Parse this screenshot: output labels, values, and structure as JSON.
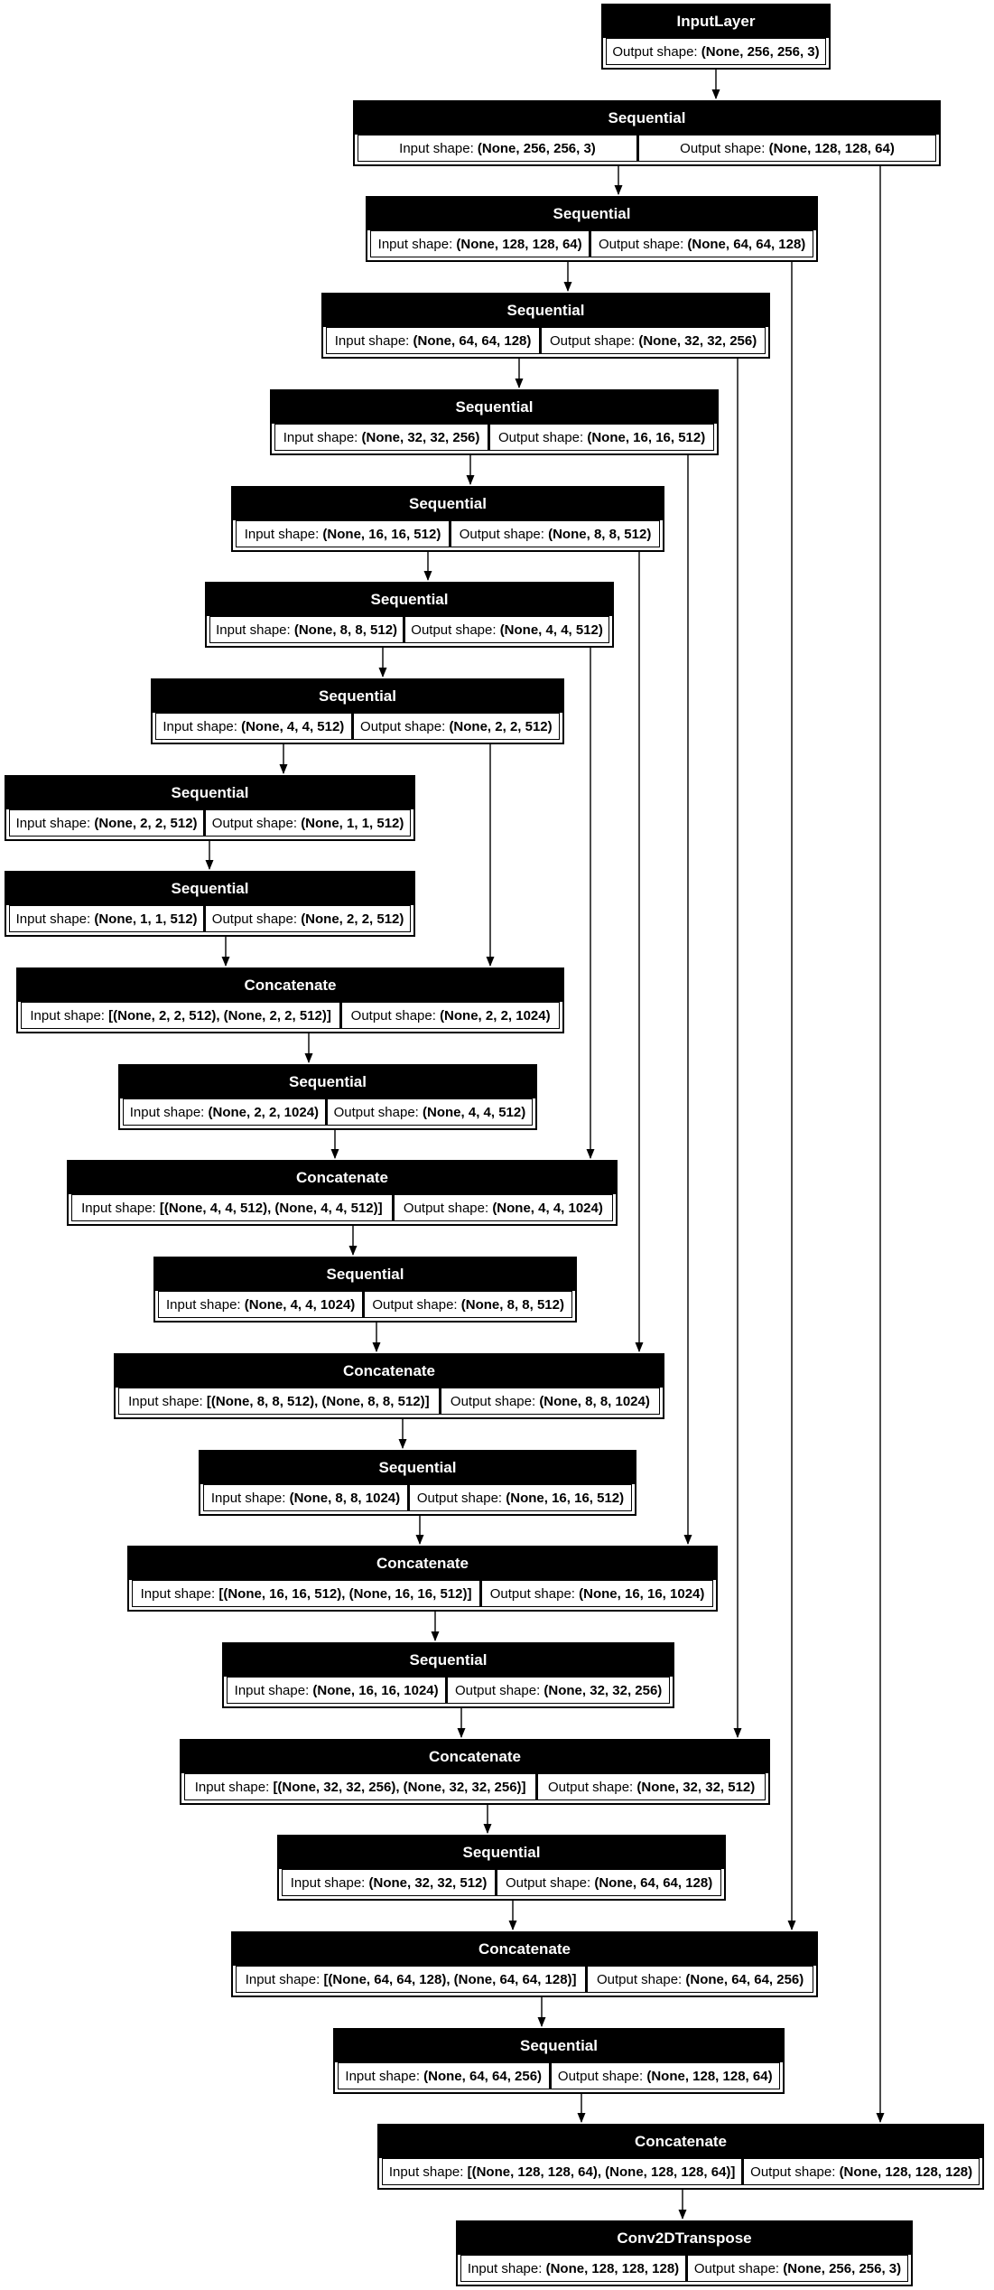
{
  "diagram": {
    "type": "keras-model-architecture-unet",
    "background": "#ffffff",
    "node_header_bg": "#000000",
    "node_header_fg": "#ffffff",
    "cell_bg": "#ffffff",
    "cell_fg": "#000000",
    "edge_color": "#000000",
    "input_label": "Input shape: ",
    "output_label": "Output shape: ",
    "nodes": [
      {
        "title": "InputLayer",
        "input": null,
        "output": "(None, 256, 256, 3)"
      },
      {
        "title": "Sequential",
        "input": "(None, 256, 256, 3)",
        "output": "(None, 128, 128, 64)"
      },
      {
        "title": "Sequential",
        "input": "(None, 128, 128, 64)",
        "output": "(None, 64, 64, 128)"
      },
      {
        "title": "Sequential",
        "input": "(None, 64, 64, 128)",
        "output": "(None, 32, 32, 256)"
      },
      {
        "title": "Sequential",
        "input": "(None, 32, 32, 256)",
        "output": "(None, 16, 16, 512)"
      },
      {
        "title": "Sequential",
        "input": "(None, 16, 16, 512)",
        "output": "(None, 8, 8, 512)"
      },
      {
        "title": "Sequential",
        "input": "(None, 8, 8, 512)",
        "output": "(None, 4, 4, 512)"
      },
      {
        "title": "Sequential",
        "input": "(None, 4, 4, 512)",
        "output": "(None, 2, 2, 512)"
      },
      {
        "title": "Sequential",
        "input": "(None, 2, 2, 512)",
        "output": "(None, 1, 1, 512)"
      },
      {
        "title": "Sequential",
        "input": "(None, 1, 1, 512)",
        "output": "(None, 2, 2, 512)"
      },
      {
        "title": "Concatenate",
        "input": "[(None, 2, 2, 512), (None, 2, 2, 512)]",
        "output": "(None, 2, 2, 1024)"
      },
      {
        "title": "Sequential",
        "input": "(None, 2, 2, 1024)",
        "output": "(None, 4, 4, 512)"
      },
      {
        "title": "Concatenate",
        "input": "[(None, 4, 4, 512), (None, 4, 4, 512)]",
        "output": "(None, 4, 4, 1024)"
      },
      {
        "title": "Sequential",
        "input": "(None, 4, 4, 1024)",
        "output": "(None, 8, 8, 512)"
      },
      {
        "title": "Concatenate",
        "input": "[(None, 8, 8, 512), (None, 8, 8, 512)]",
        "output": "(None, 8, 8, 1024)"
      },
      {
        "title": "Sequential",
        "input": "(None, 8, 8, 1024)",
        "output": "(None, 16, 16, 512)"
      },
      {
        "title": "Concatenate",
        "input": "[(None, 16, 16, 512), (None, 16, 16, 512)]",
        "output": "(None, 16, 16, 1024)"
      },
      {
        "title": "Sequential",
        "input": "(None, 16, 16, 1024)",
        "output": "(None, 32, 32, 256)"
      },
      {
        "title": "Concatenate",
        "input": "[(None, 32, 32, 256), (None, 32, 32, 256)]",
        "output": "(None, 32, 32, 512)"
      },
      {
        "title": "Sequential",
        "input": "(None, 32, 32, 512)",
        "output": "(None, 64, 64, 128)"
      },
      {
        "title": "Concatenate",
        "input": "[(None, 64, 64, 128), (None, 64, 64, 128)]",
        "output": "(None, 64, 64, 256)"
      },
      {
        "title": "Sequential",
        "input": "(None, 64, 64, 256)",
        "output": "(None, 128, 128, 64)"
      },
      {
        "title": "Concatenate",
        "input": "[(None, 128, 128, 64), (None, 128, 128, 64)]",
        "output": "(None, 128, 128, 128)"
      },
      {
        "title": "Conv2DTranspose",
        "input": "(None, 128, 128, 128)",
        "output": "(None, 256, 256, 3)"
      }
    ],
    "edges": [
      {
        "from": 1,
        "to": 2,
        "kind": "flow"
      },
      {
        "from": 2,
        "to": 3,
        "kind": "flow"
      },
      {
        "from": 3,
        "to": 4,
        "kind": "flow"
      },
      {
        "from": 4,
        "to": 5,
        "kind": "flow"
      },
      {
        "from": 5,
        "to": 6,
        "kind": "flow"
      },
      {
        "from": 6,
        "to": 7,
        "kind": "flow"
      },
      {
        "from": 7,
        "to": 8,
        "kind": "flow"
      },
      {
        "from": 8,
        "to": 9,
        "kind": "flow"
      },
      {
        "from": 9,
        "to": 10,
        "kind": "flow"
      },
      {
        "from": 10,
        "to": 11,
        "kind": "flow"
      },
      {
        "from": 11,
        "to": 12,
        "kind": "flow"
      },
      {
        "from": 12,
        "to": 13,
        "kind": "flow"
      },
      {
        "from": 13,
        "to": 14,
        "kind": "flow"
      },
      {
        "from": 14,
        "to": 15,
        "kind": "flow"
      },
      {
        "from": 15,
        "to": 16,
        "kind": "flow"
      },
      {
        "from": 16,
        "to": 17,
        "kind": "flow"
      },
      {
        "from": 17,
        "to": 18,
        "kind": "flow"
      },
      {
        "from": 18,
        "to": 19,
        "kind": "flow"
      },
      {
        "from": 19,
        "to": 20,
        "kind": "flow"
      },
      {
        "from": 20,
        "to": 21,
        "kind": "flow"
      },
      {
        "from": 21,
        "to": 22,
        "kind": "flow"
      },
      {
        "from": 22,
        "to": 23,
        "kind": "flow"
      },
      {
        "from": 23,
        "to": 24,
        "kind": "flow"
      },
      {
        "from": 2,
        "to": 23,
        "kind": "skip"
      },
      {
        "from": 3,
        "to": 21,
        "kind": "skip"
      },
      {
        "from": 4,
        "to": 19,
        "kind": "skip"
      },
      {
        "from": 5,
        "to": 17,
        "kind": "skip"
      },
      {
        "from": 6,
        "to": 15,
        "kind": "skip"
      },
      {
        "from": 7,
        "to": 13,
        "kind": "skip"
      },
      {
        "from": 8,
        "to": 11,
        "kind": "skip"
      }
    ]
  }
}
